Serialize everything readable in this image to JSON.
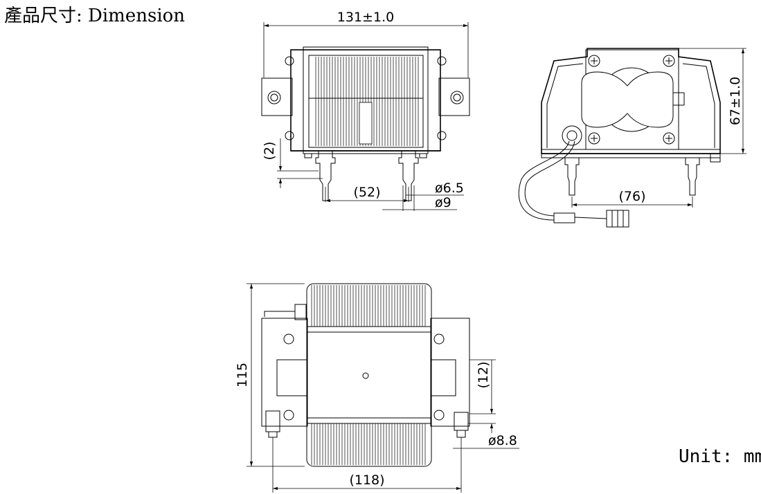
{
  "title": "產品尺寸: Dimension",
  "unit": "Unit: mm",
  "dimensions": {
    "front_width": "131±1.0",
    "front_gap": "(2)",
    "nozzle_spacing": "(52)",
    "nozzle_inner": "ø6.5",
    "nozzle_outer": "ø9",
    "side_height": "67±1.0",
    "side_spacing": "(76)",
    "top_length": "115",
    "top_spacing": "(118)",
    "top_bracket": "(12)",
    "top_nozzle": "ø8.8"
  }
}
